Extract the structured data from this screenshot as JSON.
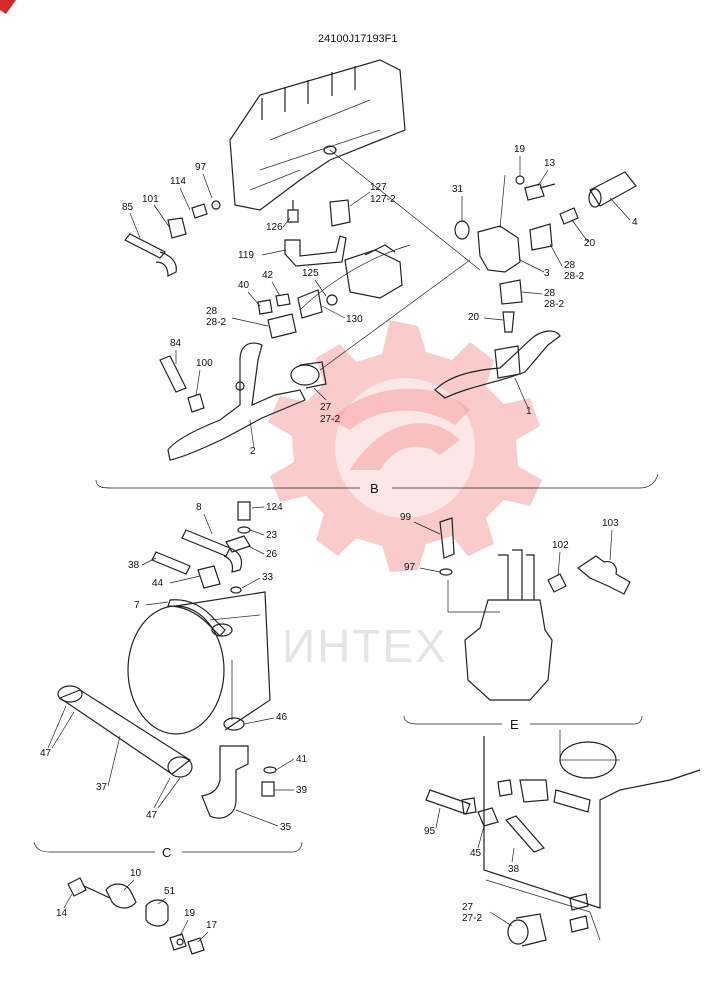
{
  "doc_code": "24100J17193F1",
  "watermark_text": "ИНТЕХ",
  "sections": {
    "b": "B",
    "c": "C",
    "e": "E"
  },
  "labels": {
    "p85": "85",
    "p101": "101",
    "p114": "114",
    "p97a": "97",
    "p127": "127",
    "p127_2": "127-2",
    "p126": "126",
    "p119": "119",
    "p42": "42",
    "p125": "125",
    "p40": "40",
    "p28a": "28",
    "p28_2a": "28-2",
    "p130": "130",
    "p31": "31",
    "p19a": "19",
    "p13": "13",
    "p4": "4",
    "p20a": "20",
    "p28b": "28",
    "p28_2b": "28-2",
    "p3": "3",
    "p28c": "28",
    "p28_2c": "28-2",
    "p20b": "20",
    "p84": "84",
    "p100": "100",
    "p27a": "27",
    "p27_2a": "27-2",
    "p2": "2",
    "p1": "1",
    "p8": "8",
    "p124": "124",
    "p23": "23",
    "p26": "26",
    "p38a": "38",
    "p44": "44",
    "p33": "33",
    "p7": "7",
    "p99": "99",
    "p97b": "97",
    "p102": "102",
    "p103": "103",
    "p47a": "47",
    "p37": "37",
    "p47b": "47",
    "p46": "46",
    "p41": "41",
    "p39": "39",
    "p35": "35",
    "p95": "95",
    "p45": "45",
    "p38b": "38",
    "p27b": "27",
    "p27_2b": "27-2",
    "p14": "14",
    "p10": "10",
    "p51": "51",
    "p19b": "19",
    "p17": "17"
  },
  "colors": {
    "line": "#222222",
    "watermark": "#f4a0a0",
    "watermark_text": "#e4e4e4"
  }
}
